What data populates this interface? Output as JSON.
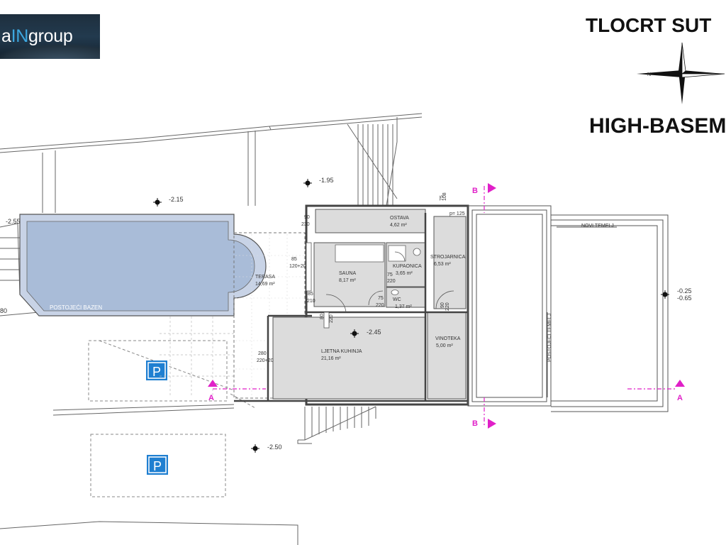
{
  "logo": {
    "prefix": "a",
    "accent": "IN",
    "suffix": "group"
  },
  "header": {
    "title_line1": "TLOCRT SUT",
    "title_line2": "HIGH-BASEM"
  },
  "compass": {
    "north_letter": "N"
  },
  "rooms": {
    "ostava": {
      "name": "OSTAVA",
      "area": "4,62 m²"
    },
    "strojarnica": {
      "name": "STROJARNICA",
      "area": "6,53 m²"
    },
    "kupaonica": {
      "name": "KUPAONICA",
      "area": "3,65 m²"
    },
    "sauna": {
      "name": "SAUNA",
      "area": "8,17 m²"
    },
    "wc": {
      "name": "WC",
      "area": "1,37 m²"
    },
    "terasa": {
      "name": "TERASA",
      "area": "14,69 m²"
    },
    "ljetna_kuhinja": {
      "name": "LJETNA KUHINJA",
      "area": "21,16 m²"
    },
    "vinoteka": {
      "name": "VINOTEKA",
      "area": "5,00 m²"
    }
  },
  "pool": {
    "label": "POSTOJEĆI BAZEN"
  },
  "annotations": {
    "novi_temelj": "NOVI TEMELJ",
    "postojeci_temelj": "POSTOJEĆI TEMELJ"
  },
  "levels": {
    "l1": "-2.15",
    "l2": "-1.95",
    "l3": "-2.55",
    "l4": "-2.45",
    "l5": "-2.50",
    "l6": "-0.25",
    "l7": "-0.65",
    "l8": "80"
  },
  "door_dims": {
    "d1a": "90",
    "d1b": "230",
    "d2a": "85",
    "d2b": "120+20",
    "d3a": "85",
    "d3b": "210",
    "d4a": "75",
    "d4b": "220",
    "d5a": "75",
    "d5b": "220",
    "d6a": "280",
    "d6b": "220+20",
    "d7a": "90",
    "d7b": "220",
    "d8a": "80",
    "d8b": "220",
    "d9a": "108",
    "d9b": "75",
    "d10": "p= 125"
  },
  "section_markers": {
    "a": "A",
    "b": "B"
  },
  "parking": {
    "symbol": "P"
  },
  "colors": {
    "pool": "#a9bcd8",
    "rooms_gray": "#dcdcdc",
    "section_magenta": "#e020c8",
    "parking_blue": "#1f7fd1",
    "wall": "#555555"
  }
}
